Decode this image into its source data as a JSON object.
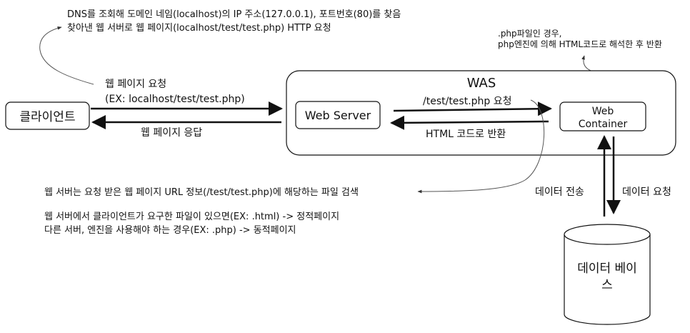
{
  "notes": {
    "dns_line1": "DNS를 조회해 도메인 네임(localhost)의 IP 주소(127.0.0.1), 포트번호(80)를 찾음",
    "dns_line2": "찾아낸 웹 서버로 웹 페이지(localhost/test/test.php) HTTP 요청",
    "php_line1": ".php파일인 경우,",
    "php_line2": "php엔진에 의해 HTML코드로 해석한 후 반환",
    "search_line": "웹 서버는 요청 받은 웹 페이지 URL 정보(/test/test.php)에 해당하는 파일 검색",
    "static_line": "웹 서버에서 클라이언트가 요구한 파일이 있으면(EX: .html) -> 정적페이지",
    "dynamic_line": "다른 서버, 엔진을 사용해야 하는 경우(EX: .php) -> 동적페이지"
  },
  "nodes": {
    "client": "클라이언트",
    "was": "WAS",
    "web_server": "Web Server",
    "web_container_line1": "Web",
    "web_container_line2": "Container",
    "database_line1": "데이터 베이",
    "database_line2": "스"
  },
  "edges": {
    "page_request_line1": "웹 페이지 요청",
    "page_request_line2": "(EX: localhost/test/test.php)",
    "page_response": "웹 페이지 응답",
    "php_request": "/test/test.php 요청",
    "html_return": "HTML 코드로 반환",
    "data_send": "데이터 전송",
    "data_request": "데이터 요청"
  }
}
